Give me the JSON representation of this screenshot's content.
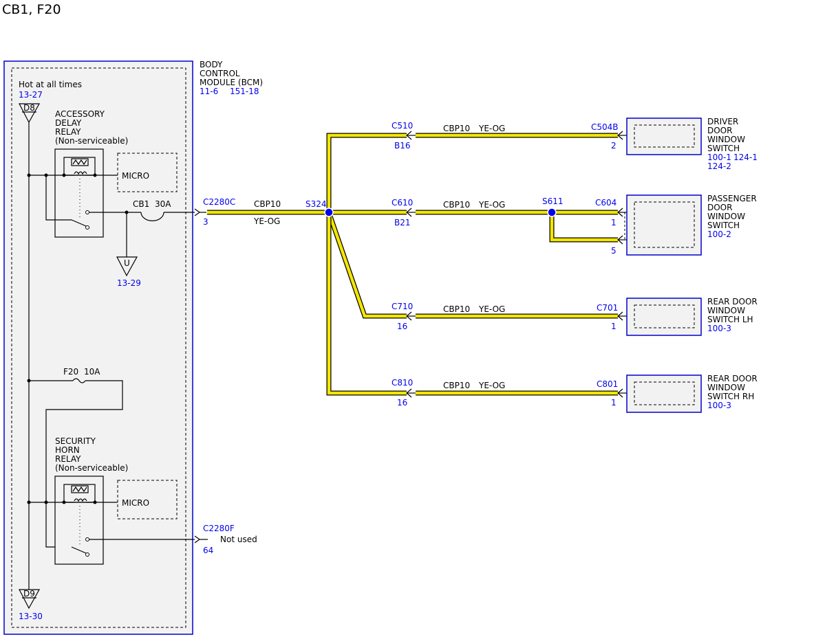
{
  "title": "CB1, F20",
  "colors": {
    "wire_fill": "#f3e600",
    "module_border": "#0000cc",
    "reference_text": "#0000ee",
    "splice": "#0000ee"
  },
  "bcm": {
    "name_line1": "BODY",
    "name_line2": "CONTROL",
    "name_line3": "MODULE (BCM)",
    "ref1": "11-6",
    "ref2": "151-18",
    "hot_label": "Hot at all times",
    "hot_ref": "13-27",
    "top_pin": "D8",
    "bottom_pin": "D9",
    "bottom_ref": "13-30",
    "ground_label": "U",
    "ground_ref": "13-29",
    "accessory_relay": {
      "line1": "ACCESSORY",
      "line2": "DELAY",
      "line3": "RELAY",
      "line4": "(Non-serviceable)",
      "micro": "MICRO"
    },
    "security_relay": {
      "line1": "SECURITY",
      "line2": "HORN",
      "line3": "RELAY",
      "line4": "(Non-serviceable)",
      "micro": "MICRO"
    },
    "cb1": {
      "name": "CB1",
      "rating": "30A"
    },
    "f20": {
      "name": "F20",
      "rating": "10A"
    }
  },
  "connectors": {
    "c2280c": {
      "name": "C2280C",
      "pin": "3"
    },
    "c2280f": {
      "name": "C2280F",
      "pin": "64",
      "note": "Not used"
    }
  },
  "main_wire": {
    "circuit": "CBP10",
    "color": "YE-OG"
  },
  "s324": "S324",
  "s611": "S611",
  "branches": [
    {
      "inline_conn": "C510",
      "inline_pin": "B16",
      "circuit": "CBP10",
      "color": "YE-OG",
      "end_conn": "C504B",
      "end_pin": "2",
      "component": {
        "line1": "DRIVER",
        "line2": "DOOR",
        "line3": "WINDOW",
        "line4": "SWITCH",
        "ref1": "100-1",
        "ref2": "124-1",
        "ref3": "124-2"
      }
    },
    {
      "inline_conn": "C610",
      "inline_pin": "B21",
      "circuit": "CBP10",
      "color": "YE-OG",
      "end_conn": "C604",
      "end_pin": "1",
      "end_pin2": "5",
      "component": {
        "line1": "PASSENGER",
        "line2": "DOOR",
        "line3": "WINDOW",
        "line4": "SWITCH",
        "ref1": "100-2"
      }
    },
    {
      "inline_conn": "C710",
      "inline_pin": "16",
      "circuit": "CBP10",
      "color": "YE-OG",
      "end_conn": "C701",
      "end_pin": "1",
      "component": {
        "line1": "REAR DOOR",
        "line2": "WINDOW",
        "line3": "SWITCH LH",
        "ref1": "100-3"
      }
    },
    {
      "inline_conn": "C810",
      "inline_pin": "16",
      "circuit": "CBP10",
      "color": "YE-OG",
      "end_conn": "C801",
      "end_pin": "1",
      "component": {
        "line1": "REAR DOOR",
        "line2": "WINDOW",
        "line3": "SWITCH RH",
        "ref1": "100-3"
      }
    }
  ]
}
